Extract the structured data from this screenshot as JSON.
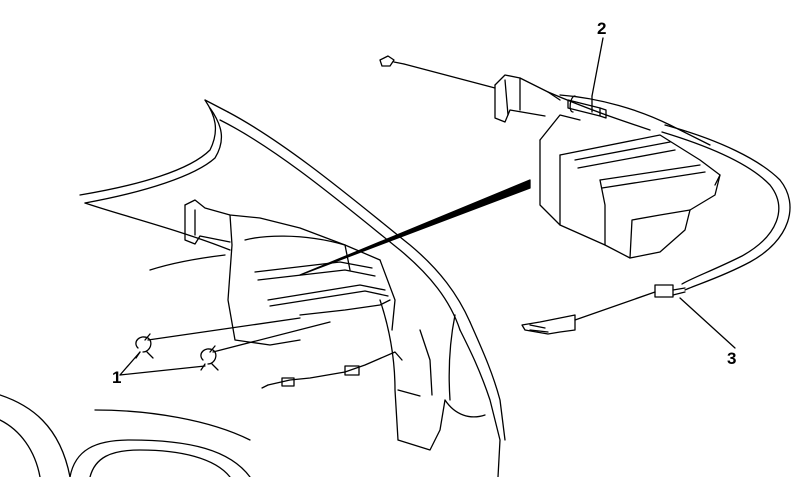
{
  "colors": {
    "line": "#000000",
    "background": "#ffffff"
  },
  "callouts": {
    "c1": "1",
    "c2": "2",
    "c3": "3"
  }
}
